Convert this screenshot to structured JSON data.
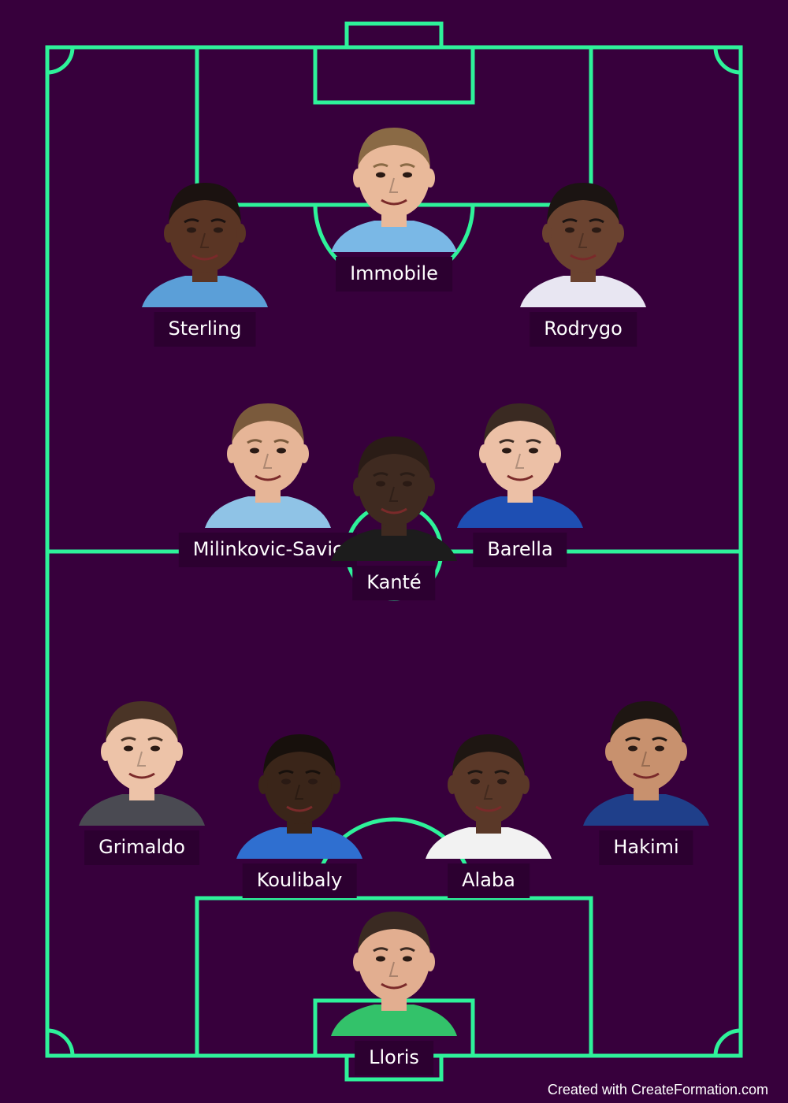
{
  "colors": {
    "background": "#37003c",
    "lines": "#2ef29a",
    "label_bg": "#2c0030",
    "label_text": "#ffffff"
  },
  "players": [
    {
      "id": "immobile",
      "name": "Immobile",
      "kit": "#7ab8e6",
      "skin": "#e9b99a",
      "hair": "#8a6a45"
    },
    {
      "id": "sterling",
      "name": "Sterling",
      "kit": "#5b9fd8",
      "skin": "#5a3524",
      "hair": "#1b1210"
    },
    {
      "id": "rodrygo",
      "name": "Rodrygo",
      "kit": "#e8e6f2",
      "skin": "#6b4330",
      "hair": "#1b1412"
    },
    {
      "id": "milinkovic",
      "name": "Milinkovic-Savic",
      "kit": "#8fc3e6",
      "skin": "#e6b597",
      "hair": "#7a5a3c"
    },
    {
      "id": "kante",
      "name": "Kanté",
      "kit": "#1c1c1c",
      "skin": "#3f2a20",
      "hair": "#2a1c16"
    },
    {
      "id": "barella",
      "name": "Barella",
      "kit": "#1e4fb3",
      "skin": "#ecc0a6",
      "hair": "#3a2a22"
    },
    {
      "id": "grimaldo",
      "name": "Grimaldo",
      "kit": "#4a4a52",
      "skin": "#edc3a8",
      "hair": "#4a3426"
    },
    {
      "id": "koulibaly",
      "name": "Koulibaly",
      "kit": "#2f6fd0",
      "skin": "#3a2519",
      "hair": "#17100c"
    },
    {
      "id": "alaba",
      "name": "Alaba",
      "kit": "#f2f2f2",
      "skin": "#5a3828",
      "hair": "#1e1612"
    },
    {
      "id": "hakimi",
      "name": "Hakimi",
      "kit": "#1f3f8a",
      "skin": "#c8916e",
      "hair": "#1e1612"
    },
    {
      "id": "lloris",
      "name": "Lloris",
      "kit": "#33c26a",
      "skin": "#e2ae90",
      "hair": "#3a2a22"
    }
  ],
  "footer": {
    "credit": "Created with CreateFormation.com"
  }
}
